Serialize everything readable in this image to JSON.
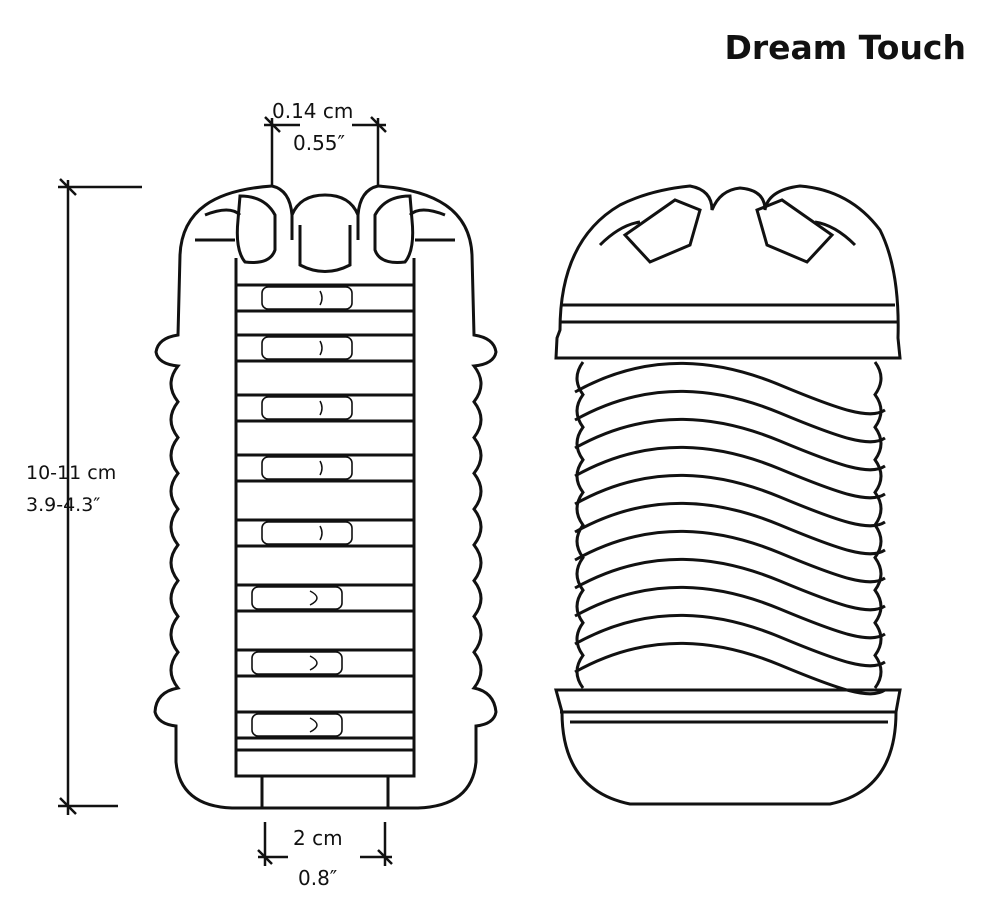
{
  "title": "Dream Touch",
  "dimensions": {
    "opening_cm": "0.14 cm",
    "opening_in": "0.55″",
    "length_cm": "10-11 cm",
    "length_in": "3.9-4.3″",
    "base_cm": "2 cm",
    "base_in": "0.8″"
  },
  "colors": {
    "line": "#111111",
    "background": "#ffffff"
  }
}
